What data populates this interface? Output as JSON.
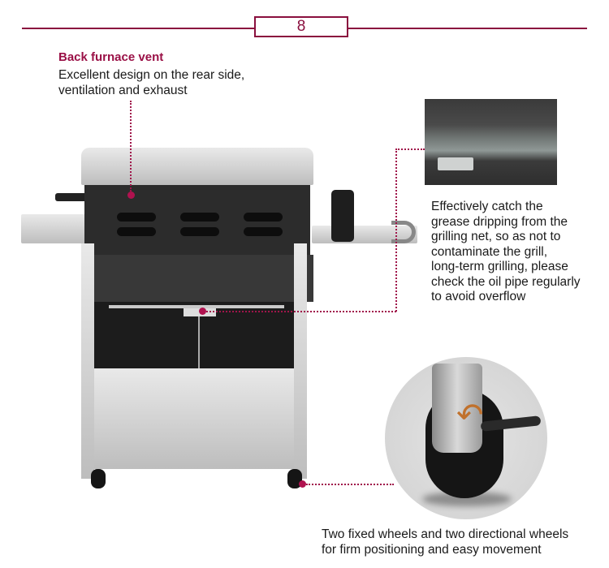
{
  "header": {
    "page_number": "8",
    "accent_color": "#8a0f3e"
  },
  "callouts": {
    "vent": {
      "title": "Back furnace vent",
      "lines": [
        "Excellent design on the rear side,",
        "ventilation and exhaust"
      ]
    },
    "grease": {
      "lines": [
        "Effectively catch the",
        "grease dripping from the",
        "grilling net, so as not to",
        "contaminate the grill,",
        "long-term grilling, please",
        "check the oil pipe regularly",
        "to avoid overflow"
      ]
    },
    "wheels": {
      "lines": [
        "Two fixed wheels and two directional wheels",
        "for firm positioning and easy movement"
      ]
    }
  },
  "images": {
    "main": "stainless-steel-gas-grill-rear-view",
    "inset_grease": "grease-tray-closeup",
    "inset_wheel": "locking-caster-wheel-closeup"
  }
}
